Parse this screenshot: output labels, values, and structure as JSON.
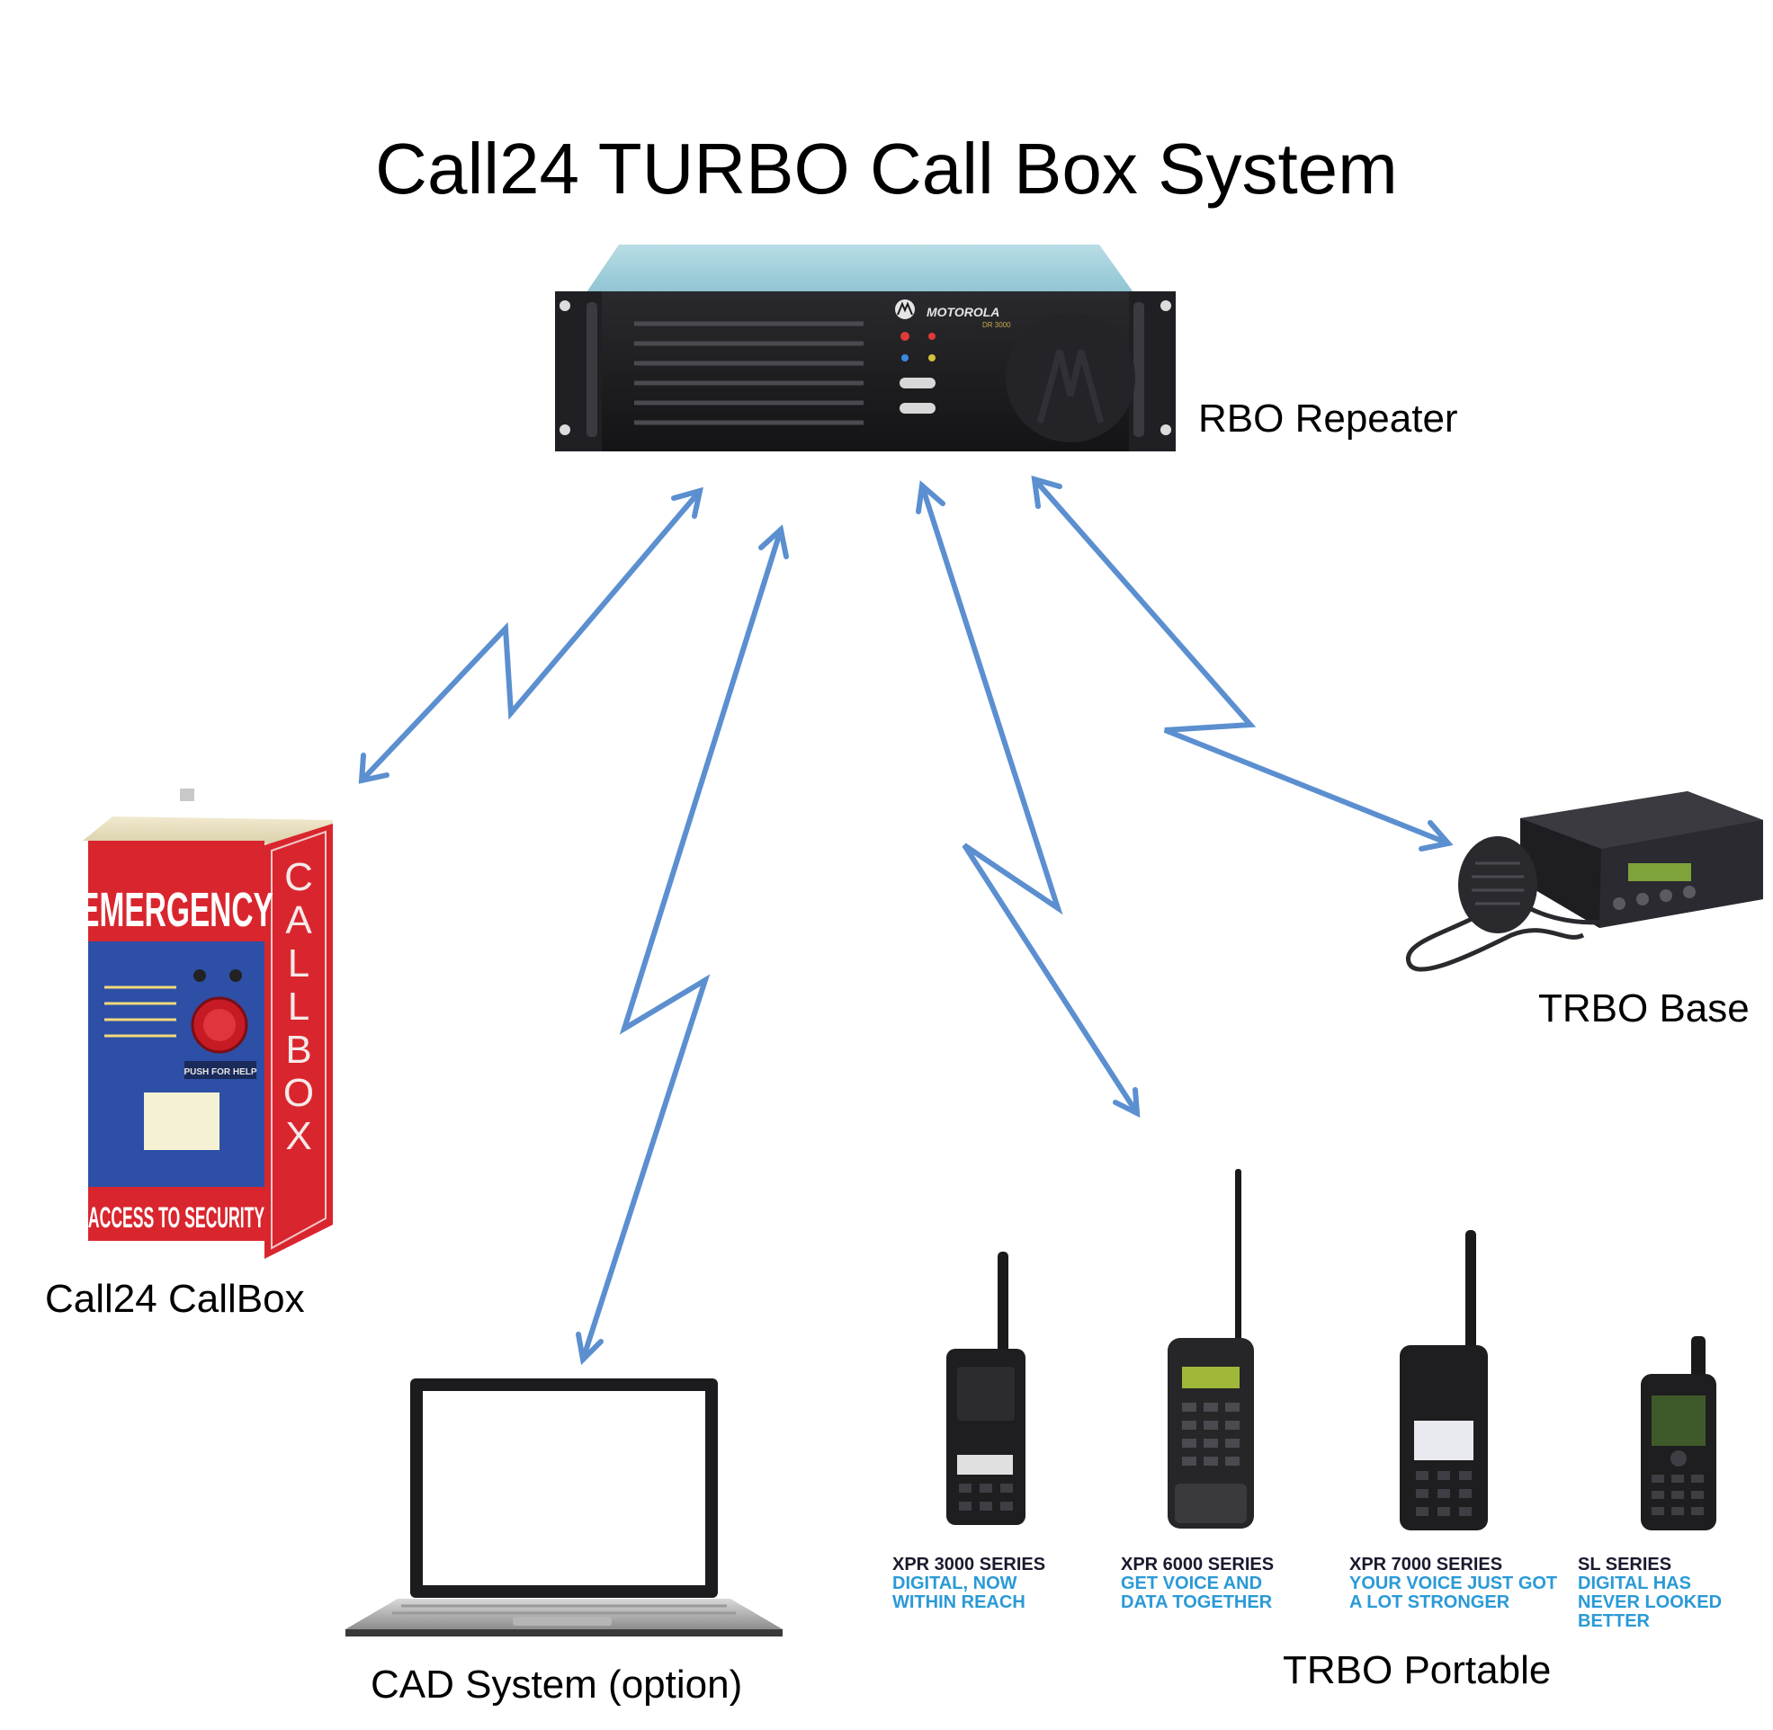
{
  "title": "Call24 TURBO Call Box System",
  "colors": {
    "arrow": "#5b8fd0",
    "repeater": "#1b1b1d",
    "callbox_red": "#d9262e",
    "callbox_blue": "#2d4fa6",
    "series_blue": "#2a9ad6"
  },
  "nodes": {
    "repeater": {
      "label": "RBO Repeater",
      "brand": "MOTOROLA",
      "model": "DR 3000"
    },
    "base": {
      "label": "TRBO Base"
    },
    "callbox": {
      "label": "Call24 CallBox",
      "header": "EMERGENCY",
      "side": "CALLBOX",
      "footer": "ACCESS TO SECURITY",
      "button": "PUSH FOR HELP"
    },
    "cad": {
      "label": "CAD System (option)"
    },
    "portable": {
      "label": "TRBO Portable"
    }
  },
  "portables": [
    {
      "name": "XPR 3000 SERIES",
      "tagline": "DIGITAL, NOW WITHIN REACH"
    },
    {
      "name": "XPR 6000 SERIES",
      "tagline": "GET VOICE AND DATA TOGETHER"
    },
    {
      "name": "XPR 7000 SERIES",
      "tagline": "YOUR VOICE JUST GOT A LOT STRONGER"
    },
    {
      "name": "SL SERIES",
      "tagline": "DIGITAL HAS NEVER LOOKED BETTER"
    }
  ]
}
